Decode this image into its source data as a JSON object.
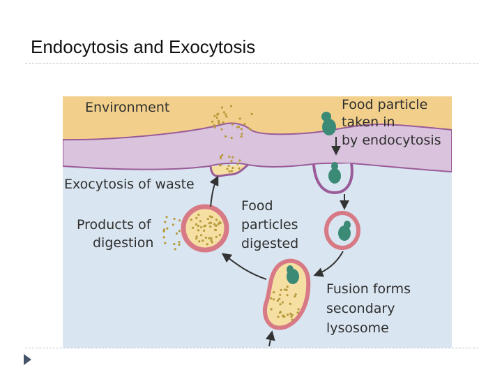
{
  "slide": {
    "title": "Endocytosis and Exocytosis"
  },
  "figure": {
    "labels": {
      "environment": "Environment",
      "food_particle_line1": "Food particle",
      "food_particle_line2": "taken in",
      "food_particle_line3": "by endocytosis",
      "exocytosis": "Exocytosis of waste",
      "products_line1": "Products of",
      "products_line2": "digestion",
      "digested_line1": "Food",
      "digested_line2": "particles",
      "digested_line3": "digested",
      "fusion_line1": "Fusion forms",
      "fusion_line2": "secondary",
      "fusion_line3": "lysosome"
    },
    "colors": {
      "environment": "#f2d08c",
      "membrane": "#d9c3dd",
      "membrane_edge": "#9a5b98",
      "cytoplasm": "#d9e6f1",
      "food_particle": "#3b8a76",
      "lysosome_fill": "#f5dfa3",
      "lysosome_wall": "#d77a86",
      "dots": "#b79a3c",
      "arrows": "#333333"
    }
  },
  "navigation": {
    "bullet_icon": "triangle-bullet-icon"
  }
}
